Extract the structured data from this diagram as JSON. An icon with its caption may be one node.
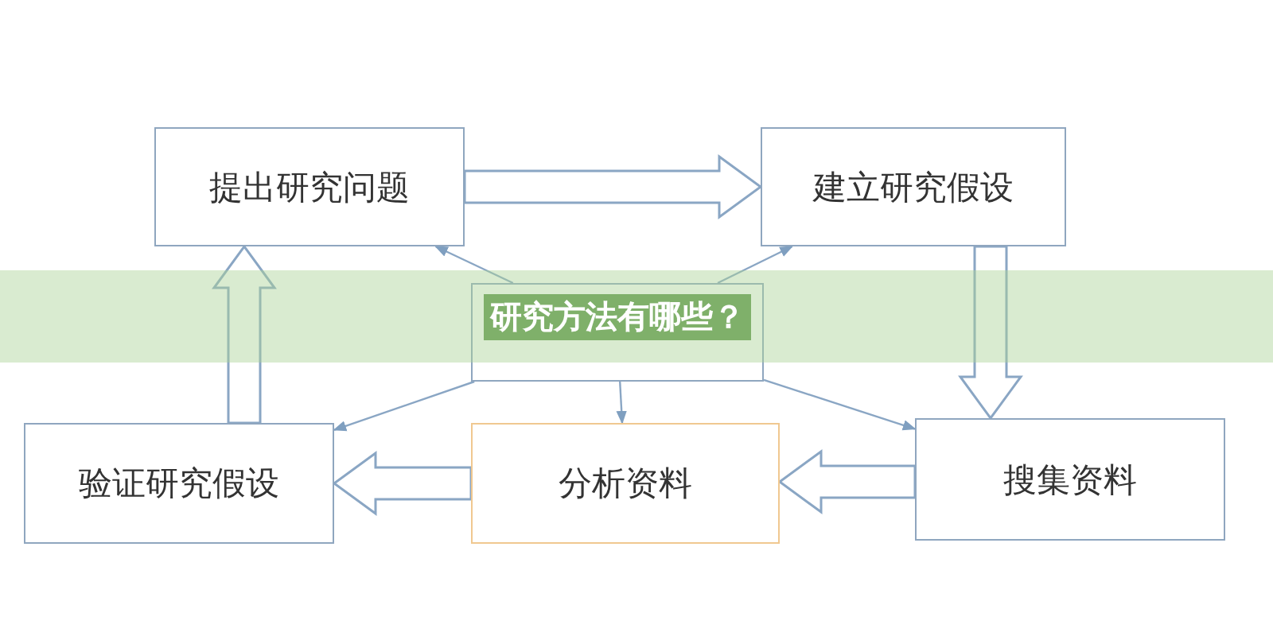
{
  "diagram": {
    "title": "研究方法有哪些？",
    "nodes": [
      {
        "text": [
          "提出研究问题"
        ]
      },
      {
        "text": [
          "建立研究假设"
        ]
      },
      {
        "text": [
          "搜集资料"
        ]
      },
      {
        "text": [
          "分析资料"
        ]
      },
      {
        "text": [
          "验证研究假设"
        ]
      },
      {
        "text": [],
        "shape": "box"
      }
    ],
    "edges": [
      {
        "from": 0,
        "to": 1,
        "arrow": "to",
        "style": "thick"
      },
      {
        "from": 1,
        "to": 2,
        "arrow": "to",
        "style": "thick"
      },
      {
        "from": 2,
        "to": 3,
        "arrow": "to",
        "style": "thick"
      },
      {
        "from": 3,
        "to": 4,
        "arrow": "to",
        "style": "thick"
      },
      {
        "from": 4,
        "to": 0,
        "arrow": "to",
        "style": "thick"
      },
      {
        "from": 5,
        "to": 0,
        "arrow": "to"
      },
      {
        "from": 5,
        "to": 1,
        "arrow": "to"
      },
      {
        "from": 5,
        "to": 4,
        "arrow": "to"
      },
      {
        "from": 5,
        "to": 2,
        "arrow": "to"
      },
      {
        "from": 5,
        "to": 3,
        "arrow": "to"
      }
    ]
  }
}
